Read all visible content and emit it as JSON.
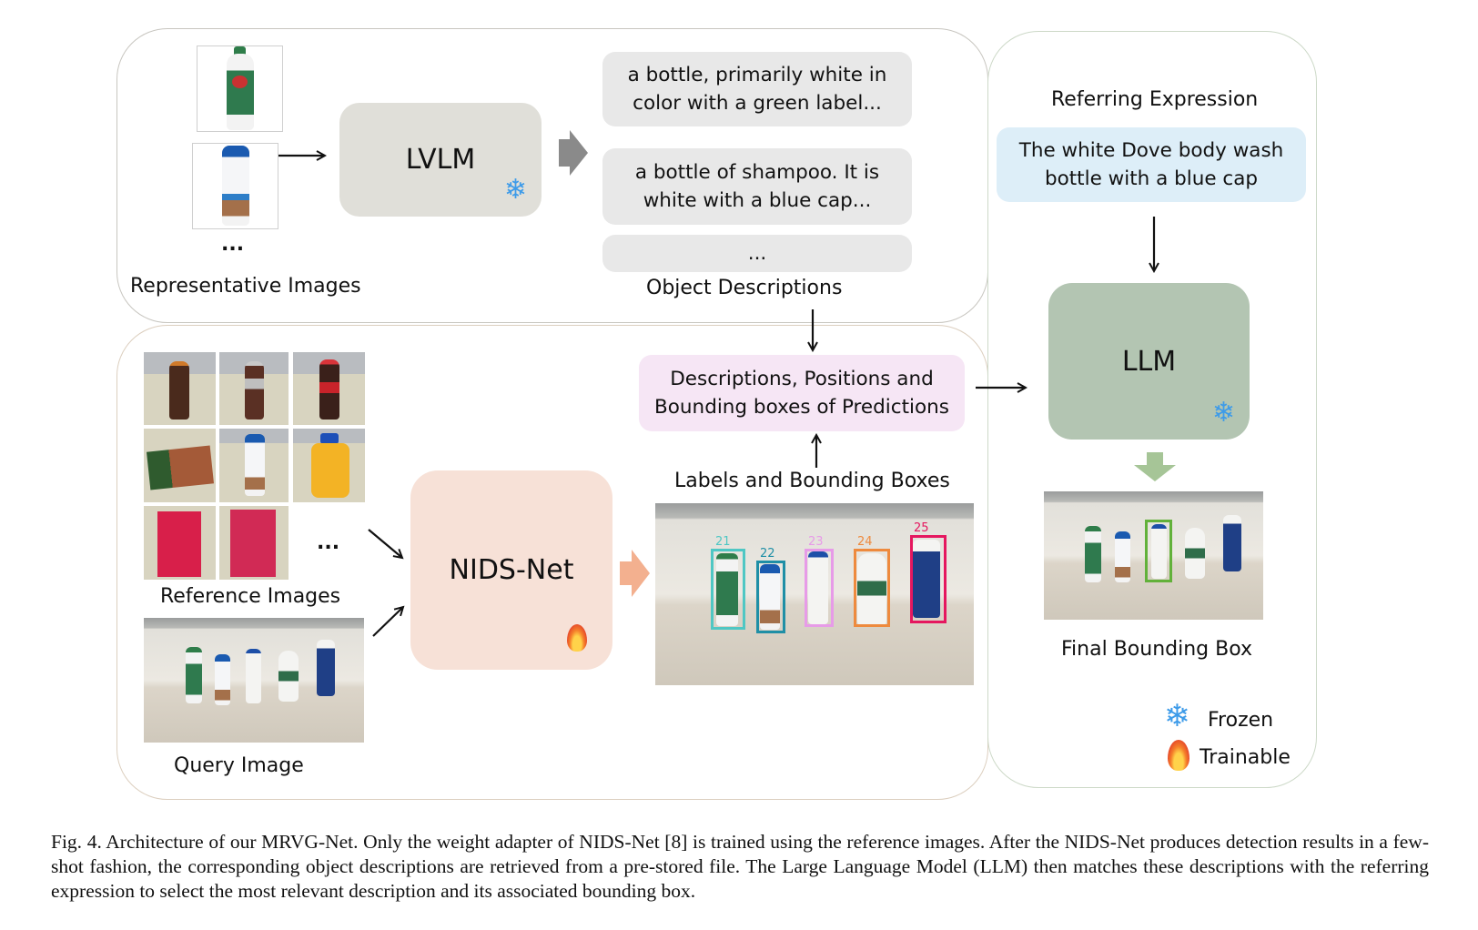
{
  "panels": {
    "top_left": {
      "representative_images_label": "Representative Images",
      "ellipsis": "...",
      "lvlm_label": "LVLM",
      "lvlm_status_icon": "snowflake-icon",
      "object_descriptions_label": "Object Descriptions",
      "descriptions": [
        {
          "text": "a bottle, primarily white in color with a green label..."
        },
        {
          "text": "a bottle of shampoo. It is white with a blue cap..."
        },
        {
          "text": "..."
        }
      ]
    },
    "bottom_left": {
      "reference_images_label": "Reference Images",
      "reference_ellipsis": "...",
      "query_image_label": "Query Image",
      "nids_label": "NIDS-Net",
      "nids_status_icon": "fire-icon",
      "predictions_box_text": "Descriptions, Positions and Bounding boxes of Predictions",
      "labels_bboxes_label": "Labels and Bounding Boxes",
      "detections": [
        {
          "id": "21",
          "color": "#4fc7c4"
        },
        {
          "id": "22",
          "color": "#1f8fa6"
        },
        {
          "id": "23",
          "color": "#e79be8"
        },
        {
          "id": "24",
          "color": "#ee8a3e"
        },
        {
          "id": "25",
          "color": "#e5175f"
        }
      ]
    },
    "right": {
      "referring_expression_label": "Referring Expression",
      "referring_expression_text": "The white Dove body wash bottle with a blue cap",
      "llm_label": "LLM",
      "llm_status_icon": "snowflake-icon",
      "final_bbox_label": "Final Bounding Box",
      "final_bbox_color": "#62b13a",
      "legend": [
        {
          "icon": "snowflake-icon",
          "label": "Frozen"
        },
        {
          "icon": "fire-icon",
          "label": "Trainable"
        }
      ]
    }
  },
  "colors": {
    "lvlm_box": "#e0dfd9",
    "description_box": "#e8e8e8",
    "predictions_box": "#f6e6f5",
    "nids_box": "#f7e1d7",
    "referring_box": "#ddeef8",
    "llm_box": "#b3c5b2",
    "down_arrow_green": "#a6c597",
    "orange_arrow": "#f3b08f",
    "gray_arrow": "#8a8a8a",
    "snowflake": "#3d9be9"
  },
  "caption": "Fig. 4.   Architecture of our MRVG-Net. Only the weight adapter of NIDS-Net [8] is trained using the reference images. After the NIDS-Net produces detection results in a few-shot fashion, the corresponding object descriptions are retrieved from a pre-stored file. The Large Language Model (LLM) then matches these descriptions with the referring expression to select the most relevant description and its associated bounding box."
}
